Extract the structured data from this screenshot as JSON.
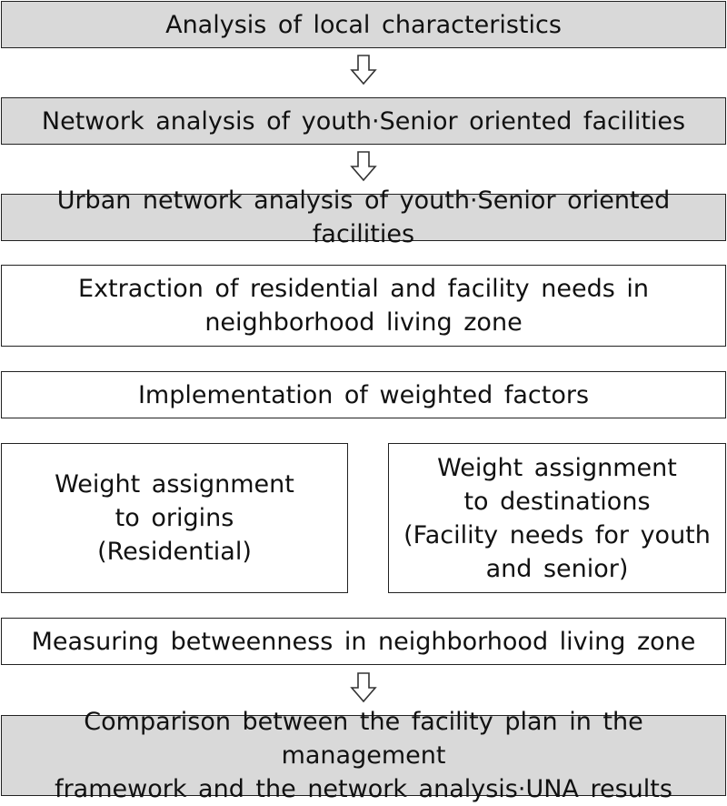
{
  "steps": {
    "s1": "Analysis of local characteristics",
    "s2": "Network analysis of youth·Senior oriented facilities",
    "s3": "Urban network analysis of youth·Senior oriented facilities",
    "s4": "Extraction of residential and facility needs in\nneighborhood living zone",
    "s5": "Implementation of weighted factors",
    "s6a": "Weight assignment\nto origins\n(Residential)",
    "s6b": "Weight assignment\nto destinations\n(Facility needs for youth\nand senior)",
    "s7": "Measuring betweenness in neighborhood living zone",
    "s8": "Comparison between the facility plan in the management\nframework and the network analysis·UNA results"
  },
  "colors": {
    "shaded_fill": "#d9d9d9",
    "border": "#222222"
  }
}
